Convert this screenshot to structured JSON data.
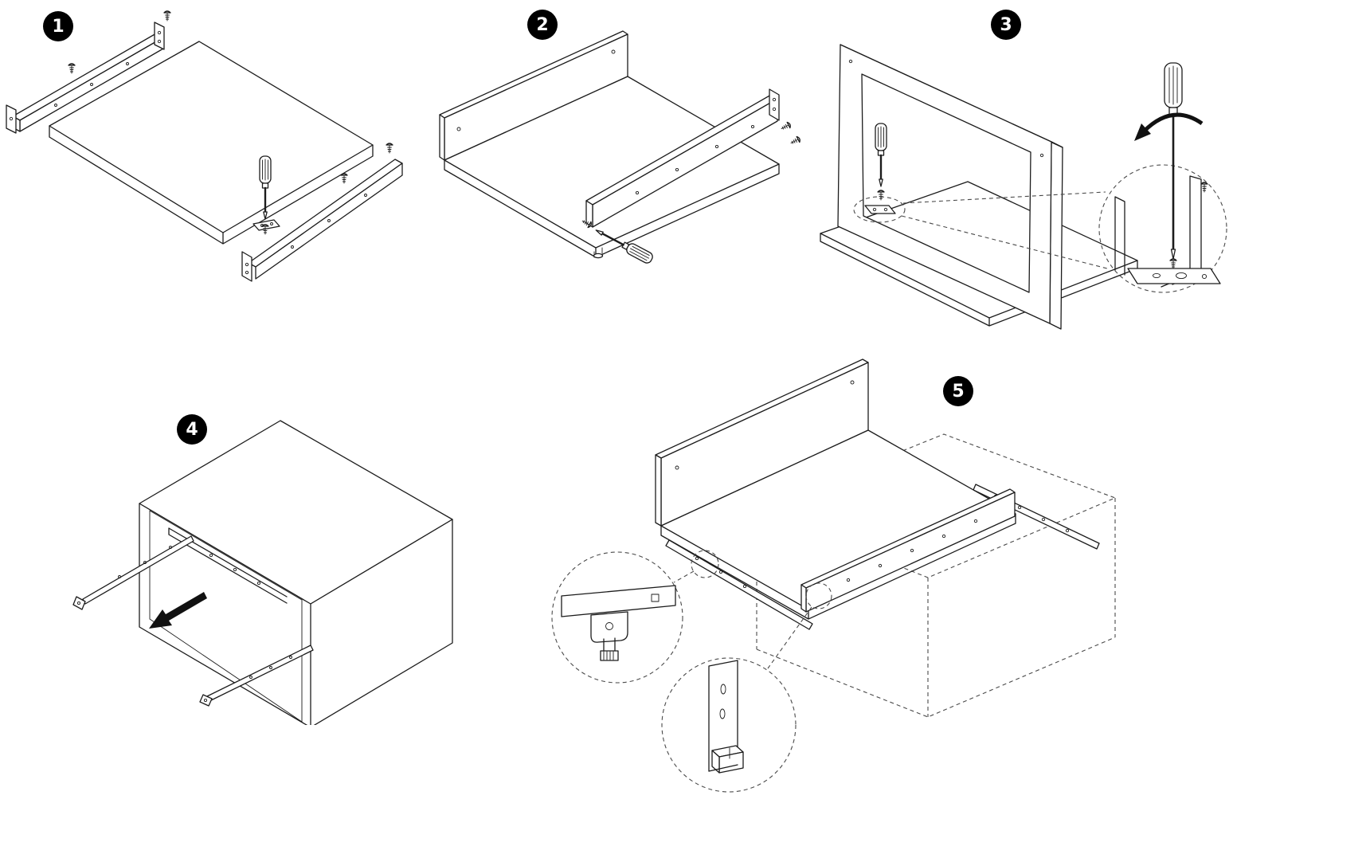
{
  "document": {
    "kind": "furniture-drawer-assembly-instruction-diagram",
    "background_color": "#ffffff",
    "line_color": "#1c1c1c"
  },
  "badge_style": {
    "fill": "#000000",
    "text_color": "#ffffff"
  },
  "steps": [
    {
      "number": "1"
    },
    {
      "number": "2"
    },
    {
      "number": "3"
    },
    {
      "number": "4"
    },
    {
      "number": "5"
    }
  ],
  "icons": [
    "screwdriver-icon",
    "screw-icon",
    "rotation-arrow-icon",
    "pull-direction-arrow-icon",
    "callout-circle",
    "detail-circle"
  ]
}
